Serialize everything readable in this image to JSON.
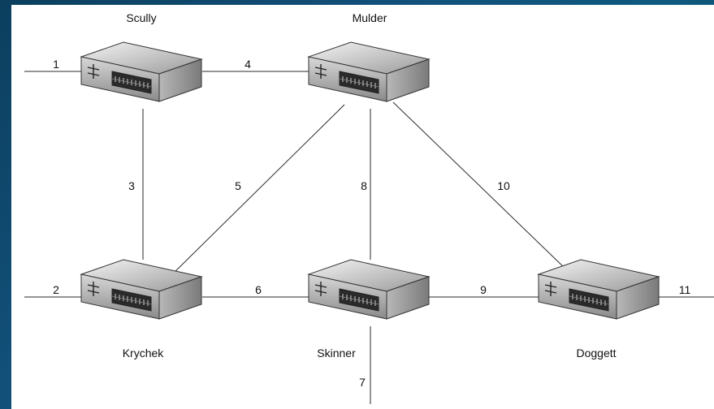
{
  "diagram": {
    "switches": [
      {
        "id": "scully",
        "name": "Scully"
      },
      {
        "id": "mulder",
        "name": "Mulder"
      },
      {
        "id": "krychek",
        "name": "Krychek"
      },
      {
        "id": "skinner",
        "name": "Skinner"
      },
      {
        "id": "doggett",
        "name": "Doggett"
      }
    ],
    "links": [
      {
        "id": "1",
        "label": "1",
        "from": "edge",
        "to": "scully"
      },
      {
        "id": "2",
        "label": "2",
        "from": "edge",
        "to": "krychek"
      },
      {
        "id": "3",
        "label": "3",
        "from": "scully",
        "to": "krychek"
      },
      {
        "id": "4",
        "label": "4",
        "from": "scully",
        "to": "mulder"
      },
      {
        "id": "5",
        "label": "5",
        "from": "mulder",
        "to": "krychek"
      },
      {
        "id": "6",
        "label": "6",
        "from": "krychek",
        "to": "skinner"
      },
      {
        "id": "7",
        "label": "7",
        "from": "skinner",
        "to": "edge"
      },
      {
        "id": "8",
        "label": "8",
        "from": "mulder",
        "to": "skinner"
      },
      {
        "id": "9",
        "label": "9",
        "from": "skinner",
        "to": "doggett"
      },
      {
        "id": "10",
        "label": "10",
        "from": "mulder",
        "to": "doggett"
      },
      {
        "id": "11",
        "label": "11",
        "from": "doggett",
        "to": "edge"
      }
    ]
  }
}
